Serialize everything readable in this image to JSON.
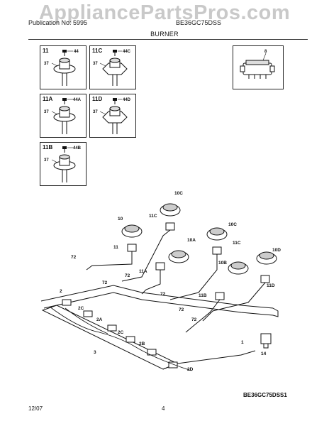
{
  "header": {
    "watermark": "AppliancePartsPros.com",
    "publication": "Publication No: 5995",
    "model": "BE36GC75DSS",
    "section_title": "BURNER"
  },
  "insets": [
    {
      "label": "11",
      "callout_top": "44",
      "callout_side": "37"
    },
    {
      "label": "11C",
      "callout_top": "44C",
      "callout_side": "37"
    },
    {
      "label": "11A",
      "callout_top": "44A",
      "callout_side": "37"
    },
    {
      "label": "11D",
      "callout_top": "44D",
      "callout_side": "37"
    },
    {
      "label": "11B",
      "callout_top": "44B",
      "callout_side": "37"
    }
  ],
  "ignitor_inset": {
    "callout": "8"
  },
  "diagram_callouts": [
    "10C",
    "11C",
    "10",
    "10A",
    "10C",
    "11C",
    "10D",
    "11",
    "72",
    "72",
    "72",
    "72",
    "72",
    "72",
    "2",
    "2C",
    "2A",
    "2C",
    "3",
    "2B",
    "2D",
    "11A",
    "10B",
    "11B",
    "11D",
    "1",
    "14"
  ],
  "drawing_code": "BE36GC75DSS1",
  "footer": {
    "date": "12/07",
    "page": "4"
  },
  "colors": {
    "line": "#111111",
    "watermark": "#c9c9c9"
  }
}
